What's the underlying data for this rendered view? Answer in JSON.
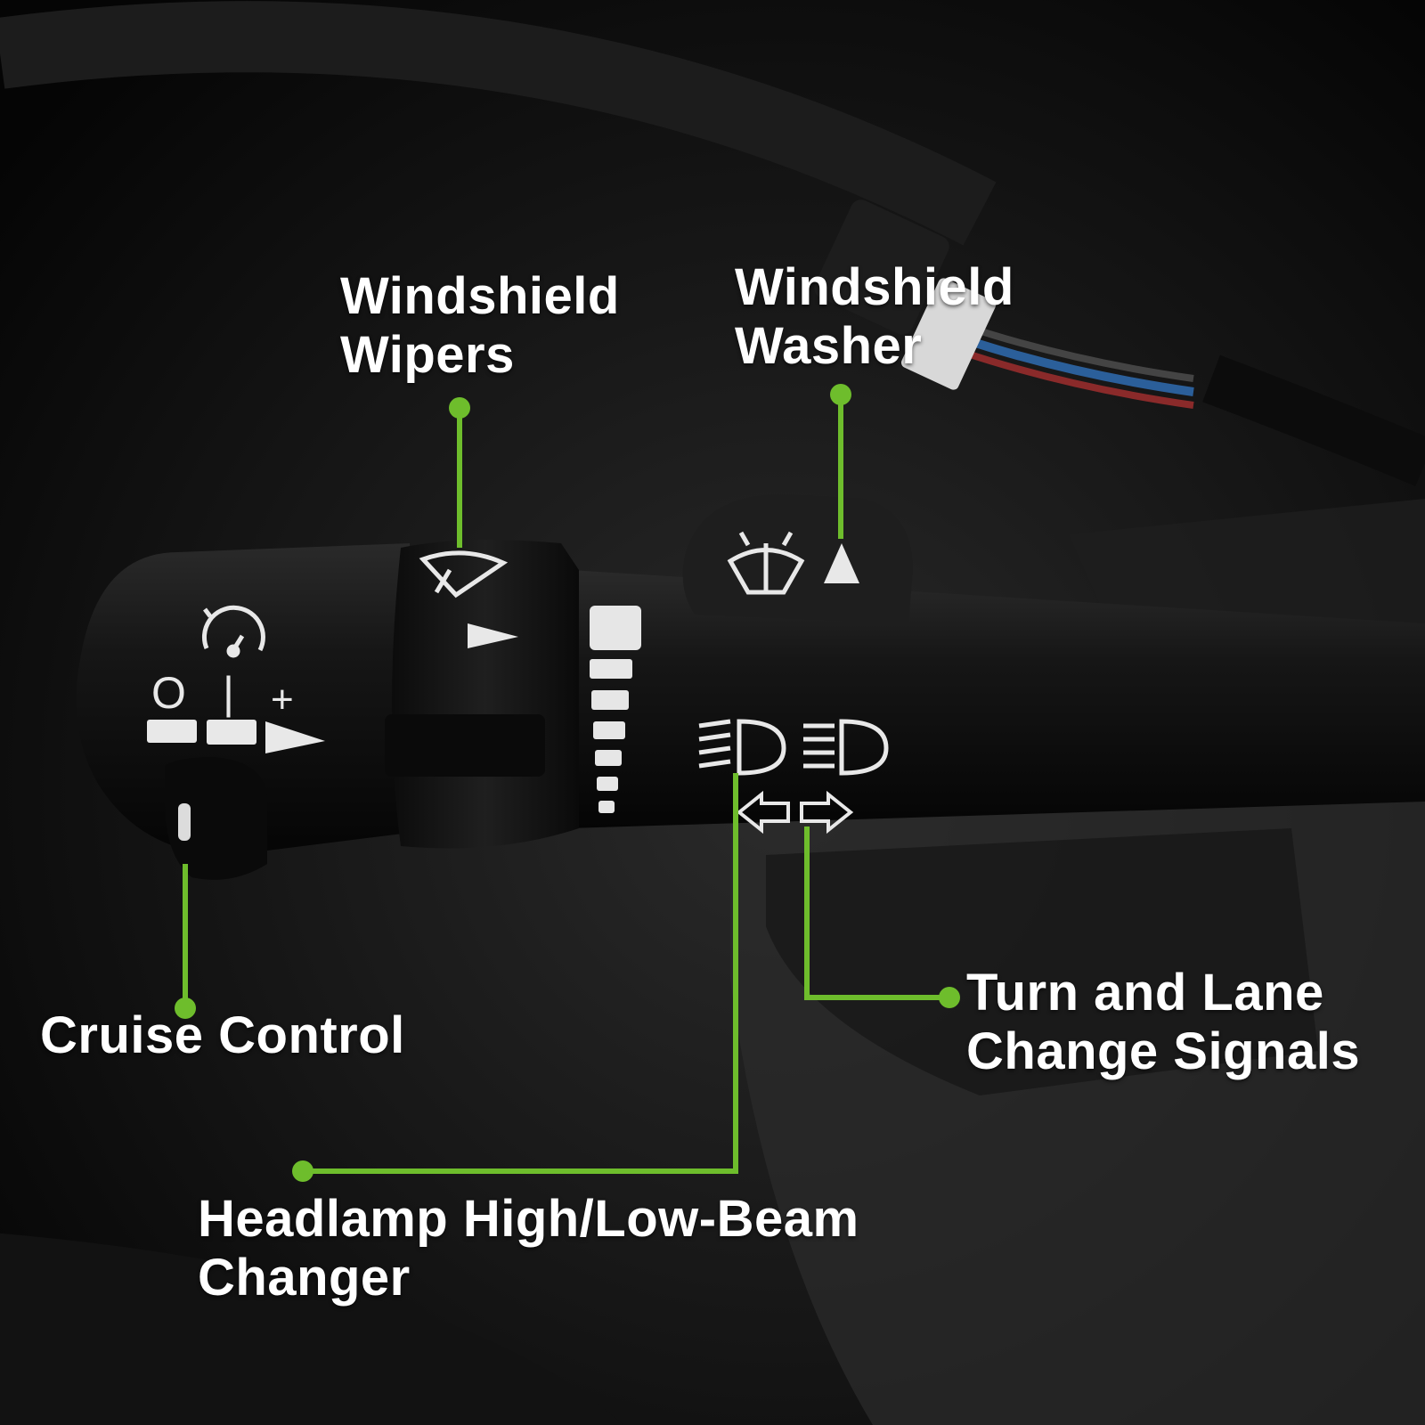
{
  "colors": {
    "accent": "#6ebd2c",
    "background": "#0a0a0a",
    "stalk": "#151515",
    "symbol": "#e8e8e8"
  },
  "icons": [
    "cruise-control-speedometer-icon",
    "wiper-icon",
    "washer-icon",
    "low-beam-headlamp-icon",
    "high-beam-headlamp-icon",
    "left-turn-arrow-icon",
    "right-turn-arrow-icon",
    "wire-connector-icon"
  ],
  "stalk_symbols": {
    "cruise_off": "O",
    "cruise_minus": "|",
    "cruise_plus": "+"
  },
  "callouts": {
    "wipers": {
      "line1": "Windshield",
      "line2": "Wipers"
    },
    "washer": {
      "line1": "Windshield",
      "line2": "Washer"
    },
    "cruise": {
      "line1": "Cruise Control"
    },
    "turn": {
      "line1": "Turn and Lane",
      "line2": "Change Signals"
    },
    "headlamp": {
      "line1": "Headlamp High/Low-Beam",
      "line2": "Changer"
    }
  }
}
